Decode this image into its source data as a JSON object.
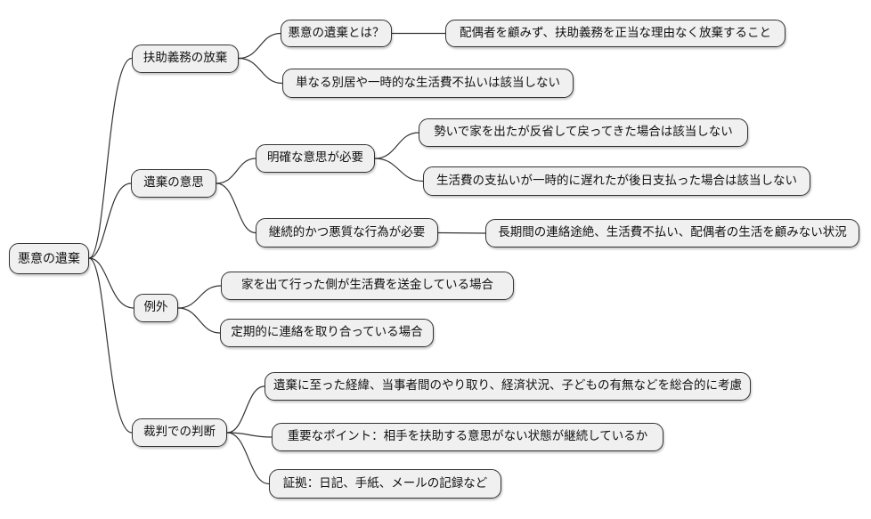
{
  "colors": {
    "node_fill": "#f0f0f0",
    "node_border": "#333333",
    "edge_color": "#333333",
    "text_color": "#111111",
    "background": "#ffffff"
  },
  "mindmap": {
    "root": {
      "label": "悪意の遺棄"
    },
    "branches": [
      {
        "label": "扶助義務の放棄",
        "children": [
          {
            "label": "悪意の遺棄とは？",
            "children": [
              {
                "label": "配偶者を顧みず、扶助義務を正当な理由なく放棄すること"
              }
            ]
          },
          {
            "label": "単なる別居や一時的な生活費不払いは該当しない"
          }
        ]
      },
      {
        "label": "遺棄の意思",
        "children": [
          {
            "label": "明確な意思が必要",
            "children": [
              {
                "label": "勢いで家を出たが反省して戻ってきた場合は該当しない"
              },
              {
                "label": "生活費の支払いが一時的に遅れたが後日支払った場合は該当しない"
              }
            ]
          },
          {
            "label": "継続的かつ悪質な行為が必要",
            "children": [
              {
                "label": "長期間の連絡途絶、生活費不払い、配偶者の生活を顧みない状況"
              }
            ]
          }
        ]
      },
      {
        "label": "例外",
        "children": [
          {
            "label": "家を出て行った側が生活費を送金している場合"
          },
          {
            "label": "定期的に連絡を取り合っている場合"
          }
        ]
      },
      {
        "label": "裁判での判断",
        "children": [
          {
            "label": "遺棄に至った経緯、当事者間のやり取り、経済状況、子どもの有無などを総合的に考慮"
          },
          {
            "label": "重要なポイント：相手を扶助する意思がない状態が継続しているか"
          },
          {
            "label": "証拠：日記、手紙、メールの記録など"
          }
        ]
      }
    ]
  }
}
